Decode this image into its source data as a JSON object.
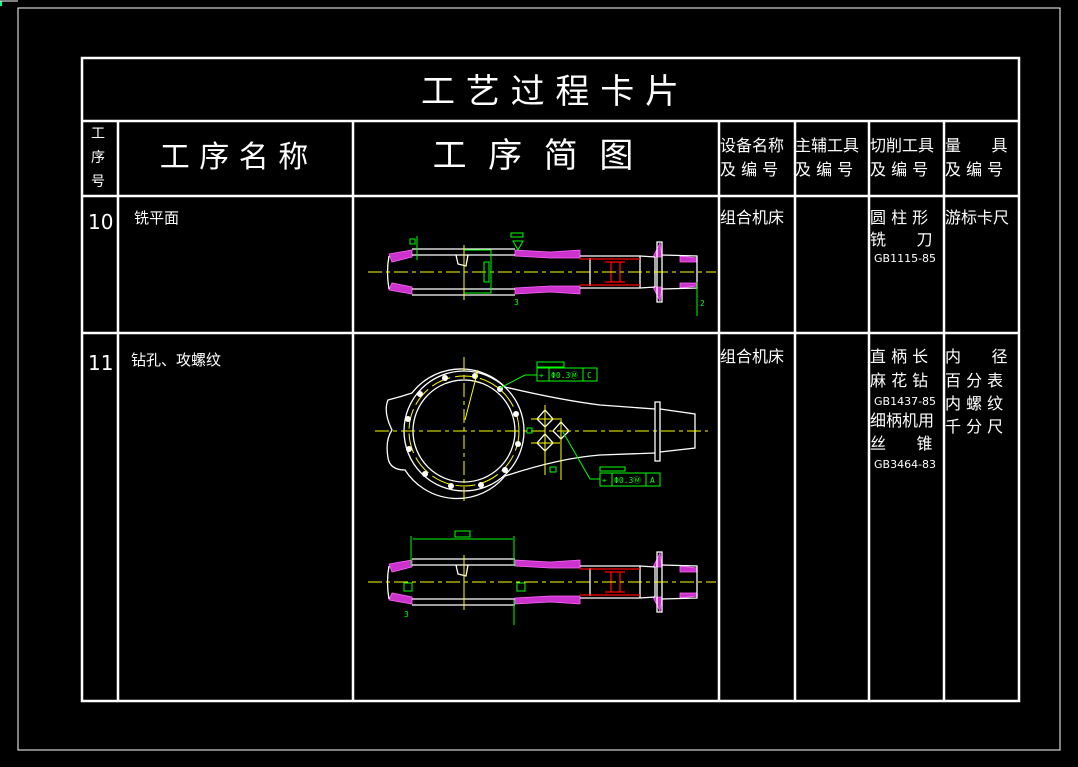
{
  "card": {
    "title": "工 艺 过 程 卡 片",
    "headers": {
      "seq": [
        "工",
        "序",
        "号"
      ],
      "name": "工 序 名 称",
      "sketch": "工  序  简  图",
      "equipment": [
        "设备名称",
        "及 编 号"
      ],
      "aux_tool": [
        "主辅工具",
        "及 编 号"
      ],
      "cutting_tool": [
        "切削工具",
        "及 编 号"
      ],
      "measuring": [
        "量      具",
        "及 编 号"
      ]
    },
    "rows": [
      {
        "seq": "10",
        "name": "铣平面",
        "equipment": "组合机床",
        "aux_tool": "",
        "cutting_tool": [
          "圆 柱 形",
          "铣      刀",
          "GB1115-85"
        ],
        "measuring": [
          "游标卡尺"
        ]
      },
      {
        "seq": "11",
        "name": "钻孔、攻螺纹",
        "equipment": "组合机床",
        "aux_tool": "",
        "cutting_tool": [
          "直 柄 长",
          "麻 花 钻",
          "GB1437-85",
          "细柄机用",
          "丝      锥",
          "GB3464-83"
        ],
        "measuring": [
          "内      径",
          "百 分 表",
          "内 螺 纹",
          "千 分 尺"
        ]
      }
    ],
    "annotations": {
      "fcf_upper": [
        "⌖",
        "Φ0.3Ⓜ",
        "C"
      ],
      "fcf_lower": [
        "⌖",
        "Φ0.3Ⓜ",
        "A"
      ],
      "dim_3": "3",
      "dim_2": "2"
    }
  },
  "colors": {
    "background": "#000000",
    "frame": "#ffffff",
    "dimension": "#00ff00",
    "centerline": "#ffff00",
    "section": "#ff00ff",
    "hidden": "#ff0000"
  }
}
